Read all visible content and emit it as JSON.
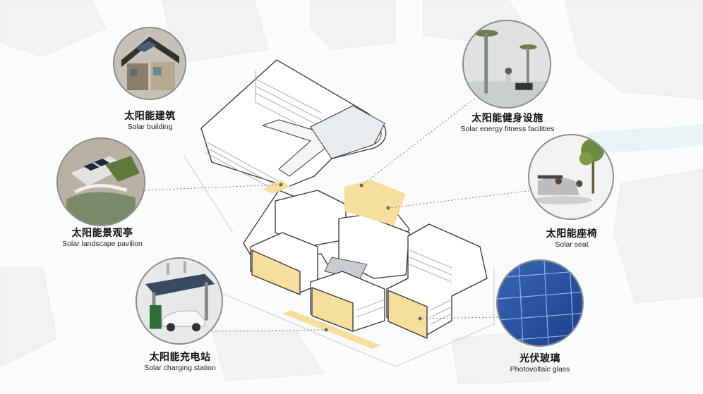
{
  "features": [
    {
      "id": "solar-building",
      "cn": "太阳能建筑",
      "en": "Solar building",
      "icon": "solar-house-cutaway-photo"
    },
    {
      "id": "solar-fitness",
      "cn": "太阳能健身设施",
      "en": "Solar energy fitness facilities",
      "icon": "solar-fitness-equipment-photo"
    },
    {
      "id": "solar-pavilion",
      "cn": "太阳能景观亭",
      "en": "Solar landscape pavilion",
      "icon": "solar-pavilion-photo"
    },
    {
      "id": "solar-seat",
      "cn": "太阳能座椅",
      "en": "Solar seat",
      "icon": "solar-bench-photo"
    },
    {
      "id": "solar-charging",
      "cn": "太阳能充电站",
      "en": "Solar charging station",
      "icon": "solar-carport-photo"
    },
    {
      "id": "pv-glass",
      "cn": "光伏玻璃",
      "en": "Photovoltaic glass",
      "icon": "photovoltaic-panel-photo"
    }
  ],
  "colors": {
    "pv_facade": "#f6df9c",
    "leader_line": "#7a7a7a",
    "building_fill": "#ffffff",
    "building_stroke": "#333333"
  }
}
